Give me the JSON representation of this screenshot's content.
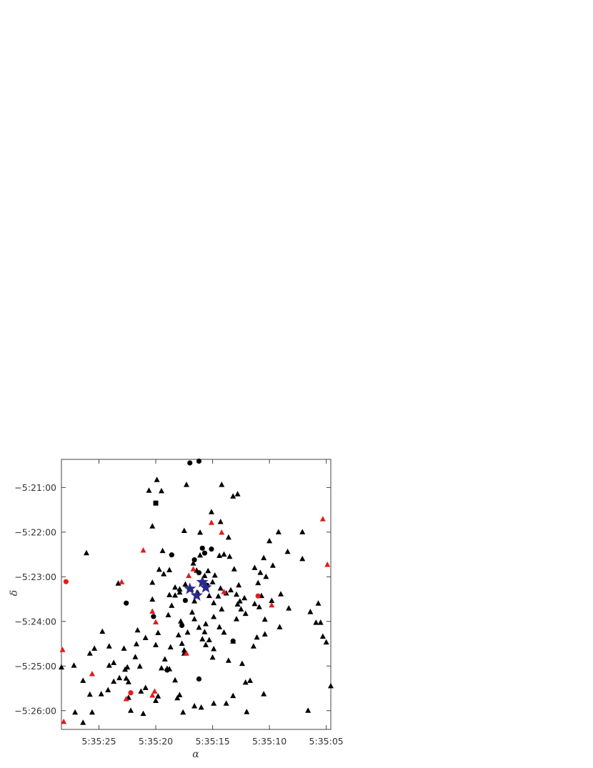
{
  "chart_data": {
    "type": "scatter",
    "title": "",
    "xlabel": "α",
    "ylabel": "δ",
    "xlim_sec": [
      28.3,
      4.6
    ],
    "ylim_arcmin": [
      -20.37,
      -26.42
    ],
    "x_ticks": [
      {
        "label": "5:35:25",
        "value": 25
      },
      {
        "label": "5:35:20",
        "value": 20
      },
      {
        "label": "5:35:15",
        "value": 15
      },
      {
        "label": "5:35:10",
        "value": 10
      },
      {
        "label": "5:35:05",
        "value": 5
      }
    ],
    "y_ticks": [
      {
        "label": "−5:21:00",
        "value": -21
      },
      {
        "label": "−5:22:00",
        "value": -22
      },
      {
        "label": "−5:23:00",
        "value": -23
      },
      {
        "label": "−5:24:00",
        "value": -24
      },
      {
        "label": "−5:25:00",
        "value": -25
      },
      {
        "label": "−5:26:00",
        "value": -26
      }
    ],
    "grid": false,
    "colors": {
      "black": "#000000",
      "red": "#e8191c",
      "blue": "#2a2a8c"
    },
    "series": [
      {
        "marker": "triangle",
        "color": "black",
        "points": [
          [
            19.9,
            -20.83
          ],
          [
            20.6,
            -21.07
          ],
          [
            19.5,
            -21.08
          ],
          [
            17.3,
            -20.94
          ],
          [
            14.2,
            -20.94
          ],
          [
            12.8,
            -21.15
          ],
          [
            13.2,
            -21.2
          ],
          [
            15.1,
            -21.55
          ],
          [
            20.3,
            -21.87
          ],
          [
            17.5,
            -21.97
          ],
          [
            14.3,
            -21.77
          ],
          [
            13.6,
            -22.12
          ],
          [
            14.4,
            -22.53
          ],
          [
            14.0,
            -22.5
          ],
          [
            16.1,
            -22.52
          ],
          [
            16.7,
            -22.7
          ],
          [
            15.4,
            -22.87
          ],
          [
            16.4,
            -22.86
          ],
          [
            15.7,
            -22.98
          ],
          [
            15.0,
            -23.12
          ],
          [
            14.8,
            -22.97
          ],
          [
            15.9,
            -23.12
          ],
          [
            14.3,
            -23.26
          ],
          [
            13.5,
            -22.55
          ],
          [
            13.1,
            -22.83
          ],
          [
            12.7,
            -23.19
          ],
          [
            12.5,
            -23.73
          ],
          [
            12.9,
            -23.4
          ],
          [
            11.3,
            -22.8
          ],
          [
            10.5,
            -22.58
          ],
          [
            10.0,
            -22.2
          ],
          [
            10.8,
            -22.91
          ],
          [
            11.0,
            -23.14
          ],
          [
            12.2,
            -23.48
          ],
          [
            10.7,
            -23.43
          ],
          [
            11.3,
            -23.61
          ],
          [
            12.6,
            -23.55
          ],
          [
            14.2,
            -23.73
          ],
          [
            14.9,
            -23.9
          ],
          [
            14.4,
            -24.13
          ],
          [
            14.0,
            -24.25
          ],
          [
            13.2,
            -24.45
          ],
          [
            11.4,
            -24.56
          ],
          [
            11.1,
            -24.36
          ],
          [
            10.4,
            -24.29
          ],
          [
            10.4,
            -23.96
          ],
          [
            10.9,
            -23.68
          ],
          [
            9.8,
            -23.54
          ],
          [
            9.0,
            -23.39
          ],
          [
            8.3,
            -23.71
          ],
          [
            7.1,
            -22.0
          ],
          [
            5.9,
            -24.03
          ],
          [
            5.3,
            -24.34
          ],
          [
            4.6,
            -25.45
          ],
          [
            6.6,
            -26.0
          ],
          [
            12.1,
            -25.37
          ],
          [
            11.7,
            -25.33
          ],
          [
            12.4,
            -24.95
          ],
          [
            13.6,
            -24.88
          ],
          [
            14.9,
            -24.62
          ],
          [
            15.6,
            -24.53
          ],
          [
            16.2,
            -24.14
          ],
          [
            16.8,
            -23.8
          ],
          [
            16.6,
            -23.55
          ],
          [
            16.9,
            -23.28
          ],
          [
            17.4,
            -23.17
          ],
          [
            17.9,
            -23.28
          ],
          [
            18.3,
            -23.42
          ],
          [
            18.6,
            -23.65
          ],
          [
            18.9,
            -23.86
          ],
          [
            17.8,
            -24.0
          ],
          [
            17.2,
            -24.25
          ],
          [
            18.0,
            -24.31
          ],
          [
            17.7,
            -24.5
          ],
          [
            17.5,
            -24.72
          ],
          [
            17.5,
            -24.65
          ],
          [
            19.0,
            -25.06
          ],
          [
            19.2,
            -24.85
          ],
          [
            19.5,
            -25.05
          ],
          [
            18.8,
            -25.07
          ],
          [
            18.3,
            -25.32
          ],
          [
            17.9,
            -25.65
          ],
          [
            18.1,
            -25.72
          ],
          [
            18.7,
            -24.58
          ],
          [
            20.0,
            -24.53
          ],
          [
            19.8,
            -24.26
          ],
          [
            20.3,
            -23.51
          ],
          [
            19.7,
            -22.84
          ],
          [
            19.3,
            -22.94
          ],
          [
            18.8,
            -23.41
          ],
          [
            20.9,
            -24.37
          ],
          [
            21.7,
            -24.51
          ],
          [
            21.6,
            -24.2
          ],
          [
            22.8,
            -24.61
          ],
          [
            24.1,
            -24.99
          ],
          [
            22.5,
            -25.03
          ],
          [
            22.4,
            -25.36
          ],
          [
            24.2,
            -25.54
          ],
          [
            25.8,
            -25.64
          ],
          [
            25.6,
            -26.04
          ],
          [
            26.4,
            -25.33
          ],
          [
            27.2,
            -24.99
          ],
          [
            23.2,
            -25.27
          ],
          [
            24.1,
            -24.56
          ],
          [
            24.7,
            -24.23
          ],
          [
            25.4,
            -24.61
          ],
          [
            25.8,
            -24.72
          ],
          [
            23.7,
            -25.35
          ],
          [
            24.8,
            -25.63
          ],
          [
            23.7,
            -24.93
          ],
          [
            22.7,
            -25.08
          ],
          [
            22.4,
            -25.71
          ],
          [
            21.3,
            -25.57
          ],
          [
            20.9,
            -25.49
          ],
          [
            21.4,
            -25.01
          ],
          [
            21.8,
            -24.8
          ],
          [
            22.6,
            -25.28
          ],
          [
            28.3,
            -25.03
          ],
          [
            27.1,
            -26.04
          ],
          [
            26.4,
            -26.27
          ],
          [
            22.2,
            -26.0
          ],
          [
            21.1,
            -26.07
          ],
          [
            20.0,
            -25.78
          ],
          [
            19.8,
            -25.68
          ],
          [
            17.6,
            -26.04
          ],
          [
            16.6,
            -25.9
          ],
          [
            16.0,
            -25.93
          ],
          [
            14.9,
            -25.84
          ],
          [
            13.8,
            -25.84
          ],
          [
            13.2,
            -25.67
          ],
          [
            12.0,
            -26.03
          ],
          [
            10.5,
            -25.63
          ],
          [
            13.4,
            -23.3
          ],
          [
            12.8,
            -23.62
          ],
          [
            12.9,
            -23.95
          ],
          [
            9.1,
            -24.13
          ],
          [
            10.3,
            -23.0
          ],
          [
            9.7,
            -22.75
          ],
          [
            9.2,
            -22.0
          ],
          [
            8.4,
            -22.44
          ],
          [
            7.1,
            -22.6
          ],
          [
            6.4,
            -23.79
          ],
          [
            5.7,
            -23.6
          ],
          [
            5.5,
            -24.03
          ],
          [
            5.0,
            -24.47
          ],
          [
            16.6,
            -23.95
          ],
          [
            15.6,
            -24.06
          ],
          [
            15.7,
            -24.24
          ],
          [
            15.3,
            -24.42
          ],
          [
            15.9,
            -24.4
          ],
          [
            15.0,
            -24.81
          ],
          [
            20.3,
            -23.13
          ],
          [
            23.3,
            -23.15
          ],
          [
            26.1,
            -22.47
          ],
          [
            16.1,
            -22.01
          ],
          [
            19.4,
            -22.42
          ],
          [
            18.8,
            -22.85
          ],
          [
            18.3,
            -23.24
          ],
          [
            17.9,
            -23.35
          ],
          [
            16.3,
            -23.36
          ],
          [
            15.3,
            -23.43
          ],
          [
            14.9,
            -23.59
          ],
          [
            14.5,
            -23.44
          ],
          [
            13.8,
            -23.37
          ],
          [
            12.1,
            -23.83
          ]
        ]
      },
      {
        "marker": "triangle",
        "color": "red",
        "points": [
          [
            5.3,
            -21.71
          ],
          [
            4.9,
            -22.73
          ],
          [
            15.1,
            -21.79
          ],
          [
            14.2,
            -22.01
          ],
          [
            21.1,
            -22.41
          ],
          [
            23.0,
            -23.12
          ],
          [
            20.3,
            -23.78
          ],
          [
            20.0,
            -24.02
          ],
          [
            16.7,
            -22.83
          ],
          [
            17.1,
            -22.98
          ],
          [
            14.0,
            -23.34
          ],
          [
            9.8,
            -23.64
          ],
          [
            28.2,
            -24.64
          ],
          [
            25.6,
            -25.18
          ],
          [
            22.6,
            -25.74
          ],
          [
            20.1,
            -25.57
          ],
          [
            20.3,
            -25.66
          ],
          [
            17.3,
            -24.72
          ],
          [
            28.1,
            -26.25
          ]
        ]
      },
      {
        "marker": "circle",
        "color": "black",
        "points": [
          [
            17.0,
            -20.45
          ],
          [
            16.2,
            -20.41
          ],
          [
            18.6,
            -22.51
          ],
          [
            15.9,
            -22.36
          ],
          [
            15.7,
            -22.47
          ],
          [
            16.2,
            -22.91
          ],
          [
            15.1,
            -22.38
          ],
          [
            15.5,
            -23.19
          ],
          [
            22.6,
            -23.59
          ],
          [
            20.2,
            -23.89
          ],
          [
            17.7,
            -24.09
          ],
          [
            17.4,
            -23.53
          ],
          [
            13.2,
            -24.44
          ],
          [
            19.0,
            -25.09
          ],
          [
            16.2,
            -25.29
          ],
          [
            16.6,
            -22.62
          ]
        ]
      },
      {
        "marker": "circle",
        "color": "red",
        "points": [
          [
            27.9,
            -23.11
          ],
          [
            11.0,
            -23.43
          ],
          [
            22.2,
            -25.6
          ]
        ]
      },
      {
        "marker": "square",
        "color": "black",
        "points": [
          [
            20.0,
            -21.35
          ]
        ]
      },
      {
        "marker": "star",
        "color": "blue",
        "points": [
          [
            17.0,
            -23.27
          ],
          [
            15.9,
            -23.12
          ],
          [
            15.6,
            -23.24
          ],
          [
            16.4,
            -23.42
          ]
        ]
      }
    ]
  }
}
